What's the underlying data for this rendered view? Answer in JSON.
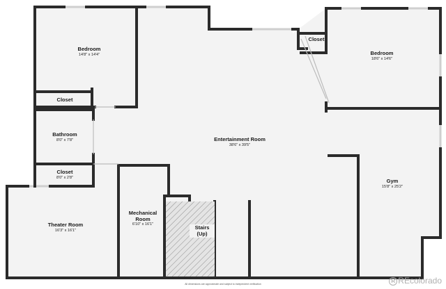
{
  "rooms": {
    "bedroom_left": {
      "name": "Bedroom",
      "dim": "14'8\" x 14'4\""
    },
    "bedroom_right": {
      "name": "Bedroom",
      "dim": "18'6\" x 14'6\""
    },
    "closet_left": {
      "name": "Closet"
    },
    "closet_right": {
      "name": "Closet"
    },
    "bathroom": {
      "name": "Bathroom",
      "dim": "8'0\" x 7'8\""
    },
    "closet_small": {
      "name": "Closet",
      "dim": "8'0\" x 2'8\""
    },
    "entertainment": {
      "name": "Entertainment Room",
      "dim": "38'6\" x 39'5\""
    },
    "gym": {
      "name": "Gym",
      "dim": "15'8\" x 25'2\""
    },
    "theater": {
      "name": "Theater Room",
      "dim": "16'3\" x 16'1\""
    },
    "mechanical": {
      "name": "Mechanical Room",
      "name_line1": "Mechanical",
      "name_line2": "Room",
      "dim": "6'10\" x 16'1\""
    },
    "stairs": {
      "name_line1": "Stairs",
      "name_line2": "(Up)"
    }
  },
  "footnote": "All dimensions are approximate and subject to independent verification",
  "watermark": {
    "badge": "R",
    "text": "REcolorado"
  },
  "colors": {
    "wall": "#2b2b2b",
    "floor": "#f3f3f3",
    "window": "#d4d4d4",
    "stairs_hatch": "#888888"
  }
}
